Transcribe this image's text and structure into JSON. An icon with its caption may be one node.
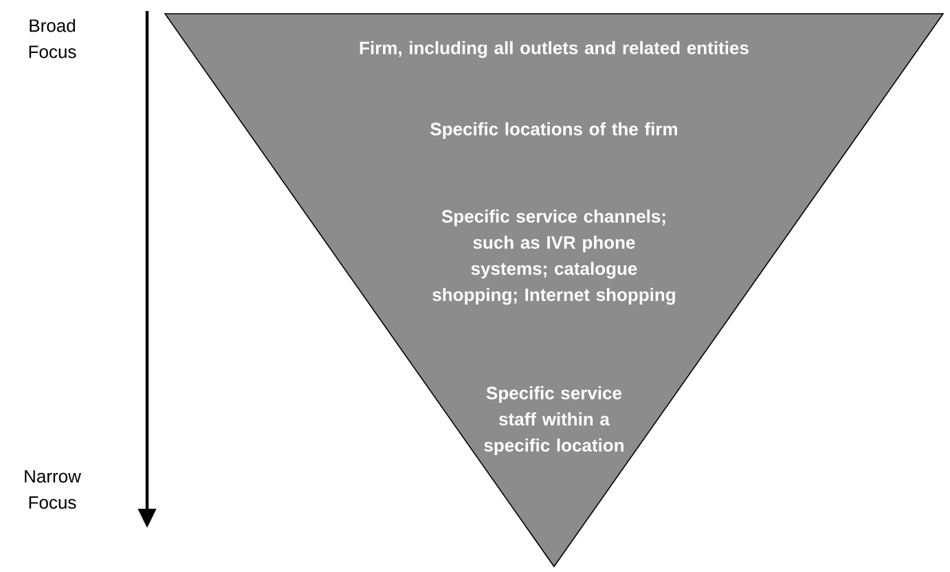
{
  "diagram": {
    "nodes": [
      {
        "text": [
          "Firm, including all outlets and related entities",
          "Specific locations of the firm",
          "Specific service channels; such as IVR phone systems; catalogue shopping; Internet shopping",
          "Specific service staff within a specific location"
        ]
      }
    ],
    "labels": [
      "Broad Focus",
      "Narrow Focus"
    ]
  }
}
